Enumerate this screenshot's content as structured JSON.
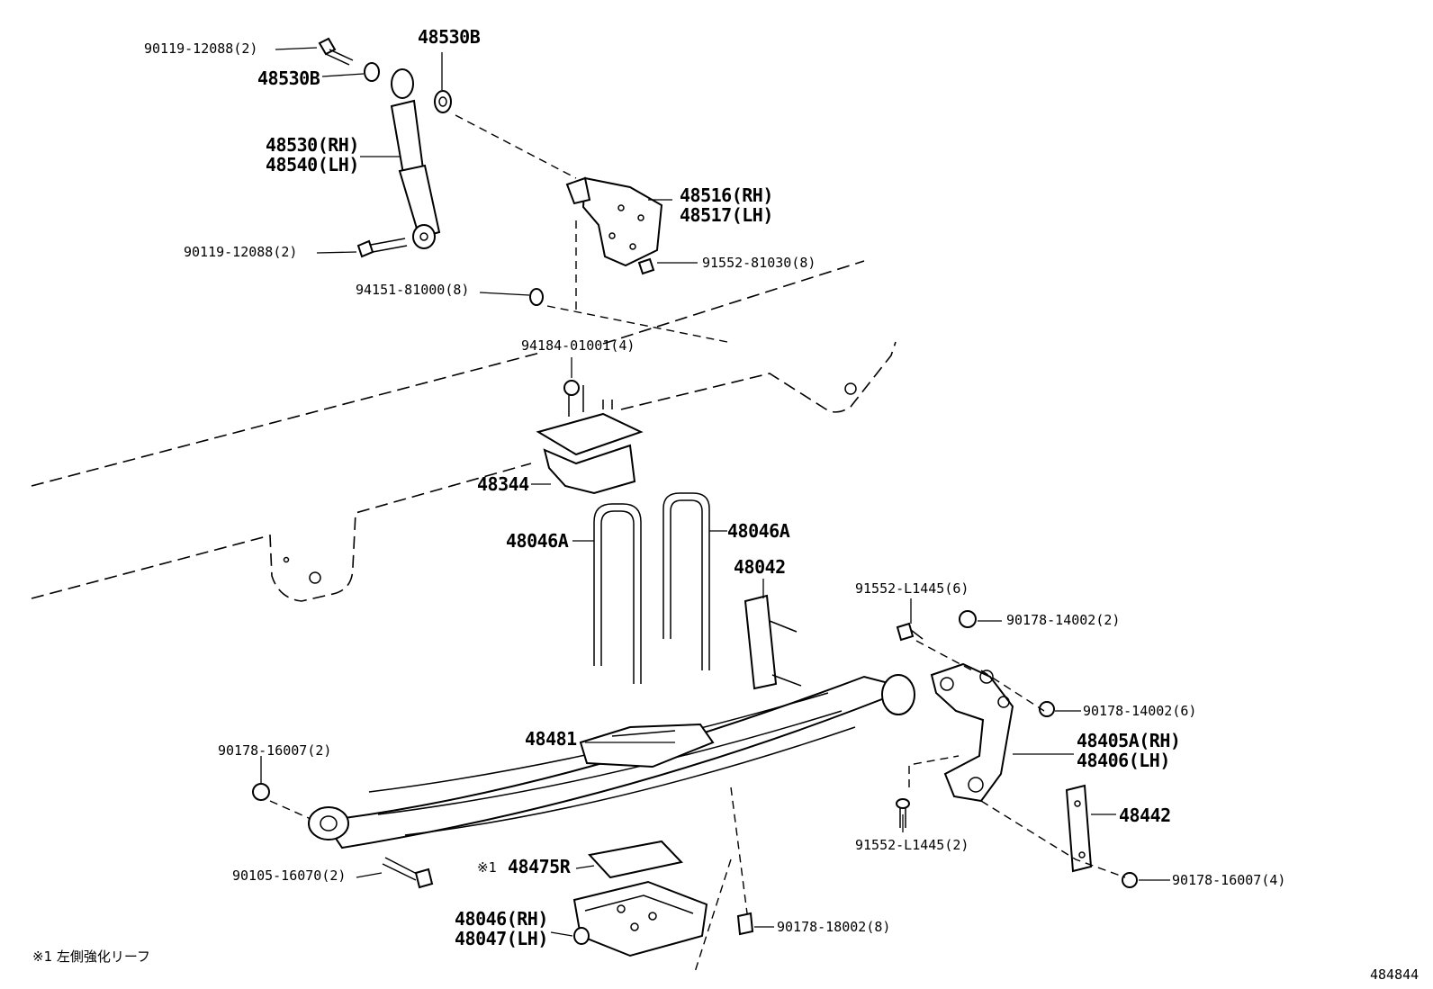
{
  "diagram_id": "484844",
  "footnote": "※1 左側強化リーフ",
  "labels": {
    "bolt_shock_upper": "90119-12088(2)",
    "washer_upper_left": "48530B",
    "washer_upper_top": "48530B",
    "shock_absorber": [
      "48530(RH)",
      "48540(LH)"
    ],
    "shock_bracket": [
      "48516(RH)",
      "48517(LH)"
    ],
    "bolt_shock_lower": "90119-12088(2)",
    "bolt_bracket": "91552-81030(8)",
    "nut_frame": "94151-81000(8)",
    "nut_bumper": "94184-01001(4)",
    "bumper": "48344",
    "u_bolt_left": "48046A",
    "u_bolt_right": "48046A",
    "plate_48042": "48042",
    "bolt_hanger_upper": "91552-L1445(6)",
    "nut_hanger_top": "90178-14002(2)",
    "nut_hanger_mid": "90178-14002(6)",
    "hanger": [
      "48405A(RH)",
      "48406(LH)"
    ],
    "shackle": "48442",
    "nut_shackle": "90178-16007(4)",
    "bolt_hanger_lower": "91552-L1445(2)",
    "spacer": "48481",
    "nut_front_eye": "90178-16007(2)",
    "bolt_front_eye": "90105-16070(2)",
    "leaf": "48475R",
    "leaf_mark": "※1",
    "spring_seat": [
      "48046(RH)",
      "48047(LH)"
    ],
    "nut_seat": "90178-18002(8)"
  }
}
